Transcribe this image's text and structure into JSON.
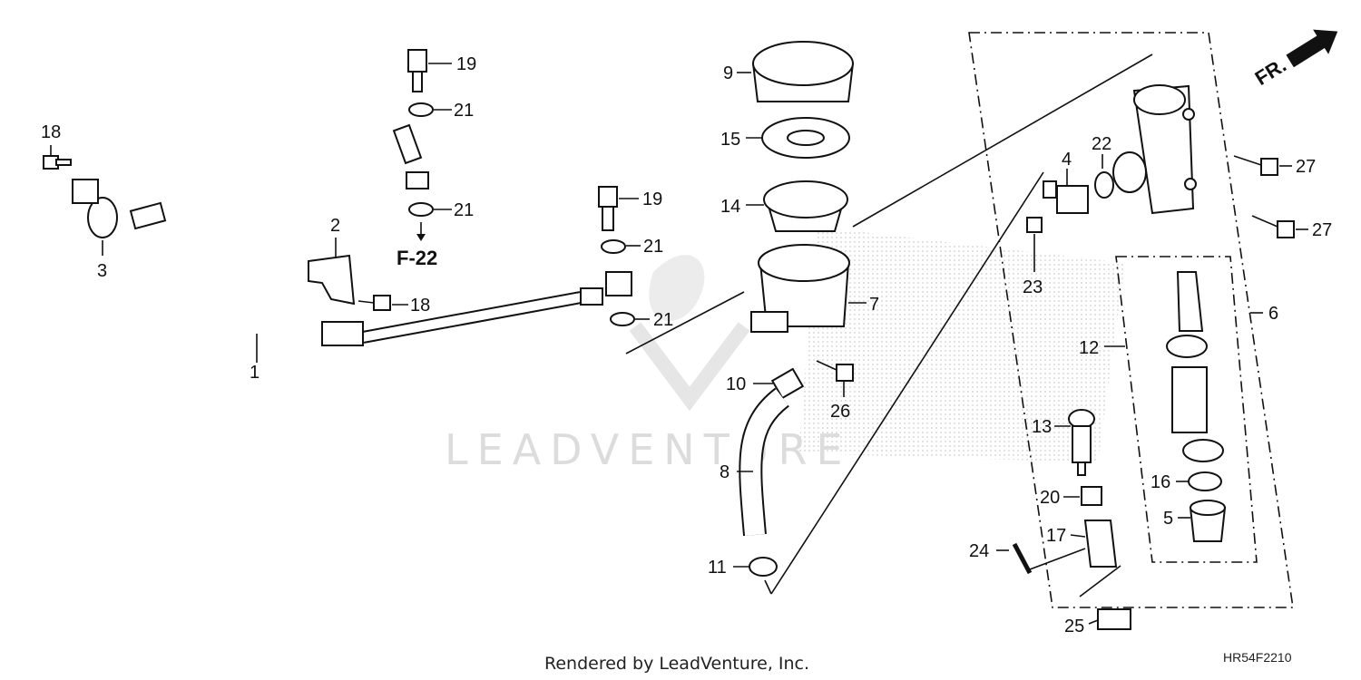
{
  "callouts": {
    "c1": "1",
    "c2": "2",
    "c3": "3",
    "c4": "4",
    "c5": "5",
    "c6": "6",
    "c7": "7",
    "c8": "8",
    "c9": "9",
    "c10": "10",
    "c11": "11",
    "c12": "12",
    "c13": "13",
    "c14": "14",
    "c15": "15",
    "c16": "16",
    "c17": "17",
    "c18": "18",
    "c19": "19",
    "c20": "20",
    "c21": "21",
    "c22": "22",
    "c23": "23",
    "c24": "24",
    "c25": "25",
    "c26": "26",
    "c27": "27"
  },
  "reference": "F-22",
  "front_arrow": "FR.",
  "watermark": "LEADVENTURE",
  "footer": {
    "rendered_by": "Rendered by LeadVenture, Inc.",
    "diagram_code": "HR54F2210"
  },
  "colors": {
    "ink": "#111111",
    "watermark": "#dcdcdc"
  }
}
